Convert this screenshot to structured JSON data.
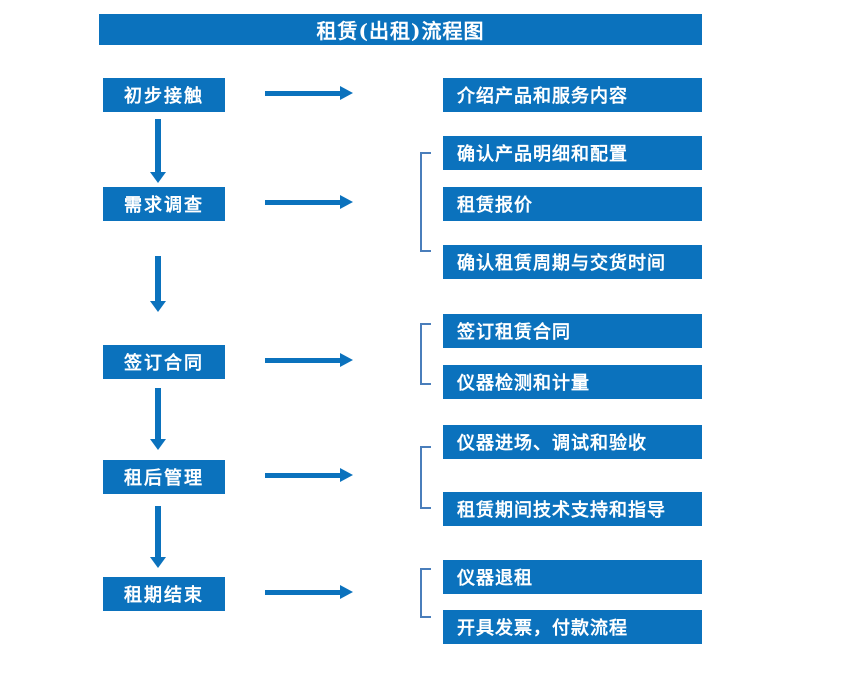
{
  "title": "租赁(出租)流程图",
  "flow": {
    "steps": [
      {
        "label": "初步接触"
      },
      {
        "label": "需求调查"
      },
      {
        "label": "签订合同"
      },
      {
        "label": "租后管理"
      },
      {
        "label": "租期结束"
      }
    ],
    "details": [
      {
        "label": "介绍产品和服务内容"
      },
      {
        "label": "确认产品明细和配置"
      },
      {
        "label": "租赁报价"
      },
      {
        "label": "确认租赁周期与交货时间"
      },
      {
        "label": "签订租赁合同"
      },
      {
        "label": "仪器检测和计量"
      },
      {
        "label": "仪器进场、调试和验收"
      },
      {
        "label": "租赁期间技术支持和指导"
      },
      {
        "label": "仪器退租"
      },
      {
        "label": "开具发票，付款流程"
      }
    ]
  },
  "colors": {
    "box_blue": "#0b72bd",
    "bracket_blue": "#4a7ebb",
    "text_white": "#ffffff",
    "background": "#ffffff"
  }
}
